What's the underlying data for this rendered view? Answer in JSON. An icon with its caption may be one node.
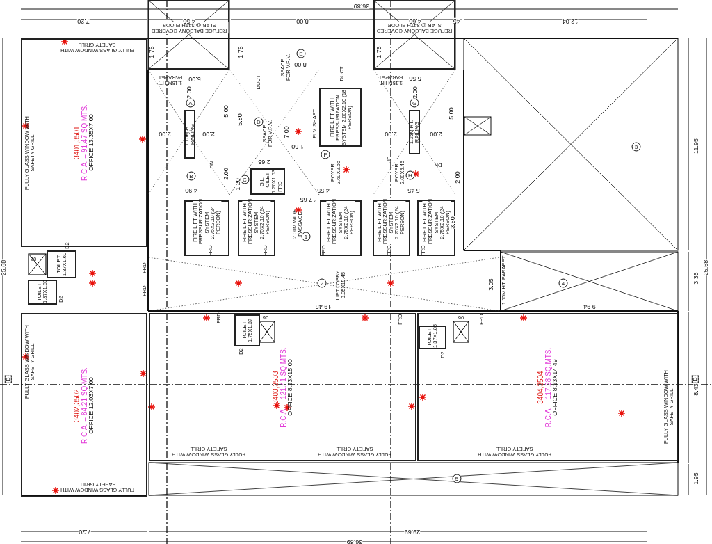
{
  "diagram": {
    "nodes": [
      {
        "text": [
          "REFUGE BALCONY COVERED SLAB @ 34TH FLOOR"
        ]
      },
      {
        "text": [
          "REFUGE BALCONY COVERED SLAB @ 34TH FLOOR"
        ]
      },
      {
        "text": [
          "3401,3501",
          "R.C.A. = 91.47 SQ.MTS.",
          "OFFICE 13.35X7.00"
        ]
      },
      {
        "text": [
          "1.15M HT. RAILING"
        ]
      },
      {
        "text": [
          "1.15M HT. RAILING"
        ]
      },
      {
        "text": [
          "FIRE LIFT WITH PRESSURIZATION SYSTEM 2.60X2.10 (18 PERSON)"
        ]
      },
      {
        "text": [
          "G.L. TOILET 1.20X1.53"
        ]
      },
      {
        "text": [
          "FIRE LIFT WITH PRESSURIZATION SYSTEM 2.75X2.10 (24 PERSON)"
        ]
      },
      {
        "text": [
          "FIRE LIFT WITH PRESSURIZATION SYSTEM 2.75X2.10 (24 PERSON)"
        ]
      },
      {
        "text": [
          "FIRE LIFT WITH PRESSURIZATION SYSTEM 2.75X2.10 (24 PERSON)"
        ]
      },
      {
        "text": [
          "FIRE LIFT WITH PRESSURIZATION SYSTEM 2.75X2.10 (24 PERSON)"
        ]
      },
      {
        "text": [
          "FIRE LIFT WITH PRESSURIZATION SYSTEM 2.75X2.10 (24 PERSON)"
        ]
      },
      {
        "text": [
          "TOILET 1.37X1.60"
        ]
      },
      {
        "text": [
          "TOILET 1.37X1.60"
        ]
      },
      {
        "text": [
          "3402,3502",
          "R.C.A. = 84.21 SQ.MTS.",
          "OFFICE 12.03X7.00"
        ]
      },
      {
        "text": [
          "3403,3503",
          "R.C.A. = 121.41 SQ.MTS.",
          "OFFICE 8.23X15.00"
        ]
      },
      {
        "text": [
          "TOILET 1.75X1.37"
        ],
        "in": 15
      },
      {
        "text": [
          "3404,3504",
          "R.C.A. = 117.28 SQ.MTS.",
          "OFFICE 8.23X14.49"
        ]
      },
      {
        "text": [
          "TOILET 1.37X1.85"
        ],
        "in": 17
      }
    ],
    "labels": [
      "36.89",
      "7.20",
      "4.55",
      "8.00",
      "4.65",
      ".45",
      "12.04",
      "FULLY GLASS WINDOW WITH SAFETY GRILL",
      "1.75",
      "1.75",
      "E",
      "1.75",
      "8.00",
      "SPACE FOR V.R.V.",
      "1.15M HT. PARAPET",
      "5.00",
      "DUCT",
      "DUCT",
      "1.15M HT. PARAPET",
      "5.55",
      "2.00",
      "2.00",
      "5.00",
      "5.00",
      "A",
      "G",
      "5.80",
      "D",
      "SPACE FOR V.R.V.",
      "7.00",
      "ELV. SHAFT",
      "FULLY GLASS WINDOW WITH SAFETY GRILL",
      "2.00",
      "2.00",
      "2.00",
      "2.00",
      "3",
      "11.95",
      "1.50",
      "F",
      "B",
      "DN",
      "2.00",
      "1.20",
      "C",
      "2.65",
      "FOYER 2.60X2.55",
      "UP",
      "FOYER 2.00X5.45",
      "H",
      "DN",
      "2.00",
      "4.90",
      "4.55",
      "5.45",
      "17.65",
      "FRD",
      "2.00M WIDE PASSAGE",
      "1",
      "3.50",
      "FRD",
      "FRD",
      "FRD",
      "FRD",
      "FRD",
      "D2",
      "06",
      "FRD",
      "FRD",
      "25.68",
      "25.68",
      "3.35",
      "D2",
      "2",
      "LIFT LOBBY 3.05X19.45",
      "3.05",
      "1.15M HT. PARAPET",
      "4",
      "19.45",
      "9.94",
      "06",
      "FRD",
      "FRD",
      "06",
      "FRD",
      "D2",
      "D2",
      "B",
      "B",
      "FULLY GLASS WINDOW WITH SAFETY GRILL",
      "8.43",
      "FULLY GLASS WINDOW WITH SAFETY GRILL",
      "FULLY GLASS WINDOW WITH SAFETY GRILL",
      "FULLY GLASS WINDOW WITH SAFETY GRILL",
      "FULLY GLASS WINDOW WITH SAFETY GRILL",
      "5",
      "1.95",
      "FULLY GLASS WINDOW WITH SAFETY GRILL",
      "7.20",
      "29.69",
      "36.89"
    ]
  }
}
